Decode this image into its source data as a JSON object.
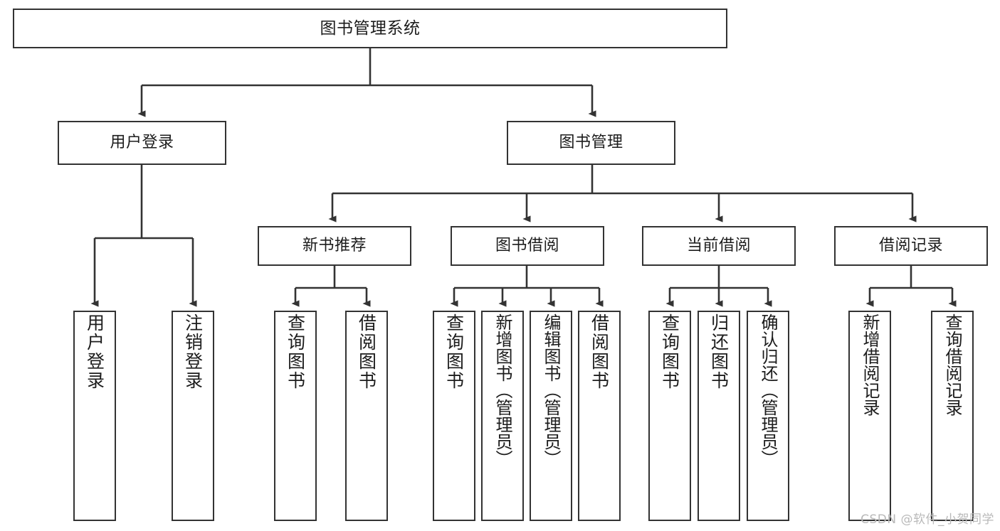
{
  "diagram": {
    "title": "图书管理系统",
    "type": "tree",
    "watermark": "CSDN @软件_小贺同学",
    "colors": {
      "background": "#ffffff",
      "node_border": "#333333",
      "node_fill": "#ffffff",
      "edge": "#333333",
      "text": "#1c1c1c",
      "watermark": "#b9b9b9"
    },
    "nodes": {
      "root": {
        "label": "图书管理系统"
      },
      "level2": [
        {
          "label": "用户登录"
        },
        {
          "label": "图书管理"
        }
      ],
      "level3": [
        {
          "label": "新书推荐"
        },
        {
          "label": "图书借阅"
        },
        {
          "label": "当前借阅"
        },
        {
          "label": "借阅记录"
        }
      ],
      "leaves": {
        "user_login": [
          {
            "label": "用户登录"
          },
          {
            "label": "注销登录"
          }
        ],
        "new_book_recommend": [
          {
            "label": "查询图书"
          },
          {
            "label": "借阅图书"
          }
        ],
        "book_borrow": [
          {
            "label": "查询图书"
          },
          {
            "label": "新增图书（管理员）"
          },
          {
            "label": "编辑图书（管理员）"
          },
          {
            "label": "借阅图书"
          }
        ],
        "current_borrow": [
          {
            "label": "查询图书"
          },
          {
            "label": "归还图书"
          },
          {
            "label": "确认归还（管理员）"
          }
        ],
        "borrow_record": [
          {
            "label": "新增借阅记录"
          },
          {
            "label": "查询借阅记录"
          }
        ]
      }
    }
  }
}
